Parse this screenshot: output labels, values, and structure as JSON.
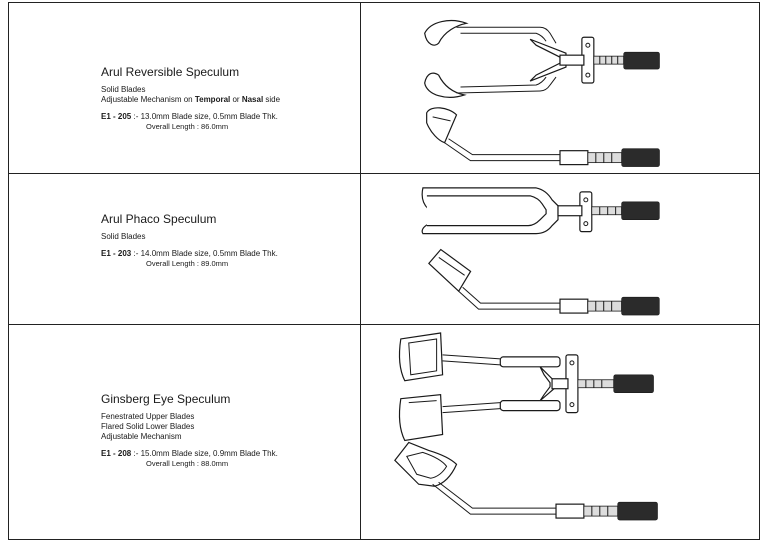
{
  "products": [
    {
      "name": "Arul Reversible Speculum",
      "desc": [
        "Solid Blades"
      ],
      "desc_rich": {
        "prefix": "Adjustable Mechanism on ",
        "bold1": "Temporal",
        "mid": " or ",
        "bold2": "Nasal",
        "suffix": " side"
      },
      "code": "E1 - 205",
      "spec": " :- 13.0mm Blade size, 0.5mm Blade Thk.",
      "length": "Overall Length : 86.0mm"
    },
    {
      "name": "Arul Phaco Speculum",
      "desc": [
        "Solid Blades"
      ],
      "code": "E1 - 203",
      "spec": " :- 14.0mm Blade size, 0.5mm Blade Thk.",
      "length": "Overall Length : 89.0mm"
    },
    {
      "name": "Ginsberg Eye Speculum",
      "desc": [
        "Fenestrated Upper Blades",
        "Flared Solid Lower Blades",
        "Adjustable Mechanism"
      ],
      "code": "E1 - 208",
      "spec": " :- 15.0mm Blade size, 0.9mm Blade Thk.",
      "length": "Overall Length : 88.0mm"
    }
  ]
}
